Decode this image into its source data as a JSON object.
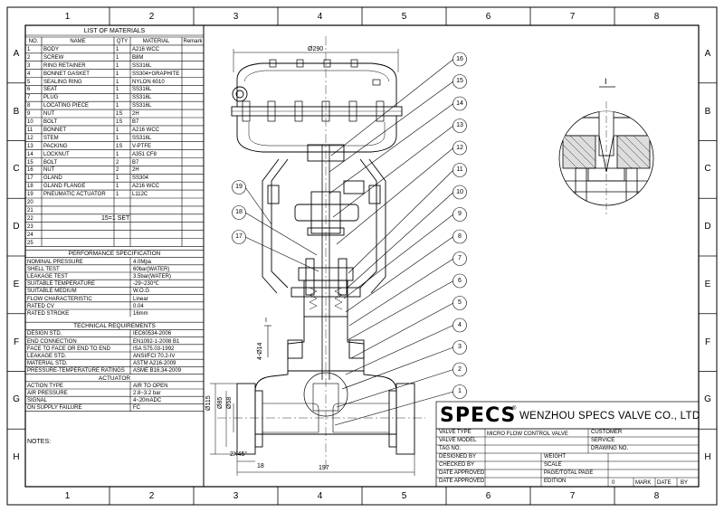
{
  "zones": {
    "columns": [
      "1",
      "2",
      "3",
      "4",
      "5",
      "6",
      "7",
      "8"
    ],
    "rows": [
      "A",
      "B",
      "C",
      "D",
      "E",
      "F",
      "G",
      "H"
    ]
  },
  "materials": {
    "title": "LIST OF MATERIALS",
    "headers": [
      "NO.",
      "NAME",
      "QTY",
      "MATERIAL",
      "Remark"
    ],
    "rows": [
      [
        "1",
        "BODY",
        "1",
        "A216 WCC"
      ],
      [
        "2",
        "SCREW",
        "1",
        "B8M"
      ],
      [
        "3",
        "RING RETAINER",
        "1",
        "SS316L"
      ],
      [
        "4",
        "BONNET GASKET",
        "1",
        "SS304+GRAPHITE"
      ],
      [
        "5",
        "SEALING RING",
        "1",
        "NYLON 6010"
      ],
      [
        "6",
        "SEAT",
        "1",
        "SS316L"
      ],
      [
        "7",
        "PLUG",
        "1",
        "SS316L"
      ],
      [
        "8",
        "LOCATING PIECE",
        "1",
        "SS316L"
      ],
      [
        "9",
        "NUT",
        "1S",
        "2H"
      ],
      [
        "10",
        "BOLT",
        "1S",
        "B7"
      ],
      [
        "11",
        "BONNET",
        "1",
        "A216 WCC"
      ],
      [
        "12",
        "STEM",
        "1",
        "SS316L"
      ],
      [
        "13",
        "PACKING",
        "1S",
        "V-PTFE"
      ],
      [
        "14",
        "LOCKNUT",
        "1",
        "A351 CF8"
      ],
      [
        "15",
        "BOLT",
        "2",
        "B7"
      ],
      [
        "16",
        "NUT",
        "2",
        "2H"
      ],
      [
        "17",
        "GLAND",
        "1",
        "SS304"
      ],
      [
        "18",
        "GLAND FLANGE",
        "1",
        "A216 WCC"
      ],
      [
        "19",
        "PNEUMATIC ACTUATOR",
        "1",
        "L112C"
      ],
      [
        "20",
        "",
        "",
        ""
      ],
      [
        "21",
        "",
        "",
        ""
      ],
      [
        "22",
        "",
        "",
        ""
      ],
      [
        "23",
        "",
        "",
        ""
      ],
      [
        "24",
        "",
        "",
        ""
      ],
      [
        "25",
        "",
        "",
        ""
      ]
    ],
    "note": "15=1 SET"
  },
  "performance": {
    "title": "PERFORMANCE SPECIFICATION",
    "rows": [
      [
        "NOMINAL PRESSURE",
        "4.0Mpa"
      ],
      [
        "SHELL TEST",
        "60bar(WATER)"
      ],
      [
        "LEAKAGE TEST",
        "3.5bar(WATER)"
      ],
      [
        "SUITABLE TEMPERATURE",
        "-29~230℃"
      ],
      [
        "SUITABLE MEDIUM",
        "W.O.G"
      ],
      [
        "FLOW CHARACTERISTIC",
        "Linear"
      ],
      [
        "RATED CV",
        "0.04"
      ],
      [
        "RATED STROKE",
        "16mm"
      ]
    ]
  },
  "technical": {
    "title": "TECHNICAL REQUIREMENTS",
    "rows": [
      [
        "DESIGN STD.",
        "IEC60534-2006"
      ],
      [
        "END CONNECTION",
        "EN1092-1-2008 B1"
      ],
      [
        "FACE TO FACE OR END TO END",
        "ISA S75.03-1992"
      ],
      [
        "LEAKAGE STD.",
        "ANSI/FCI 70.2-IV"
      ],
      [
        "MATERIAL STD.",
        "ASTM A216-2009"
      ],
      [
        "PRESSURE-TEMPERATURE RATINGS",
        "ASME B16.34-2009"
      ]
    ]
  },
  "actuator": {
    "title": "ACTUATOR",
    "rows": [
      [
        "ACTION TYPE",
        "AIR TO OPEN"
      ],
      [
        "AIR PRESSURE",
        "2.8~3.2 bar"
      ],
      [
        "SIGNAL",
        "4~20mADC"
      ],
      [
        "ON SUPPLY FAILURE",
        "FC"
      ]
    ]
  },
  "notes_label": "NOTES:",
  "drawing": {
    "dim_top": "Ø290",
    "dim_bottom": "197",
    "dim_18": "18",
    "dim_chamfer": "2X45°",
    "dim_d115": "Ø115",
    "dim_d85": "Ø85",
    "dim_d58": "Ø58",
    "dim_d14": "4-Ø14",
    "section_mark": "I",
    "detail_mark": "I",
    "callouts": [
      "1",
      "2",
      "3",
      "4",
      "5",
      "6",
      "7",
      "8",
      "9",
      "10",
      "11",
      "12",
      "13",
      "14",
      "15",
      "16",
      "17",
      "18",
      "19"
    ]
  },
  "title_block": {
    "logo": "SPECS",
    "registered": "®",
    "company": "WENZHOU SPECS VALVE CO., LTD",
    "left_labels": [
      "VALVE TYPE",
      "VALVE MODEL",
      "TAG NO.",
      "DESIGNED BY",
      "CHECKED BY",
      "DATE APPROVED",
      "DATE APPROVED"
    ],
    "valve_type_value": "MICRO FLOW CONTROL VALVE",
    "right_labels": [
      "CUSTOMER",
      "SERVICE",
      "DRAWING NO."
    ],
    "mid_labels": [
      "WEIGHT",
      "SCALE",
      "PAGE/TOTAL PAGE",
      "EDITION"
    ],
    "edition_value": "0",
    "mark_label": "MARK",
    "date_label": "DATE",
    "by_label": "BY"
  }
}
